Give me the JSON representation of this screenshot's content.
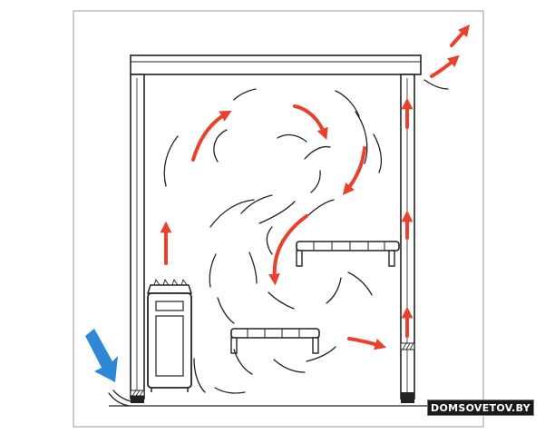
{
  "diagram": {
    "colors": {
      "hot_air": "#e8412c",
      "cold_air": "#2f88d6",
      "line": "#222222",
      "frame": "#9a9a9a"
    },
    "elements": [
      "sauna-room",
      "stove-heater",
      "lower-bench",
      "upper-bench",
      "ceiling",
      "air-inlet",
      "air-outlet",
      "hot-air-flow",
      "cold-air-inflow",
      "air-swirl"
    ]
  },
  "watermark": {
    "text": "DOMSOVETOV.BY"
  }
}
